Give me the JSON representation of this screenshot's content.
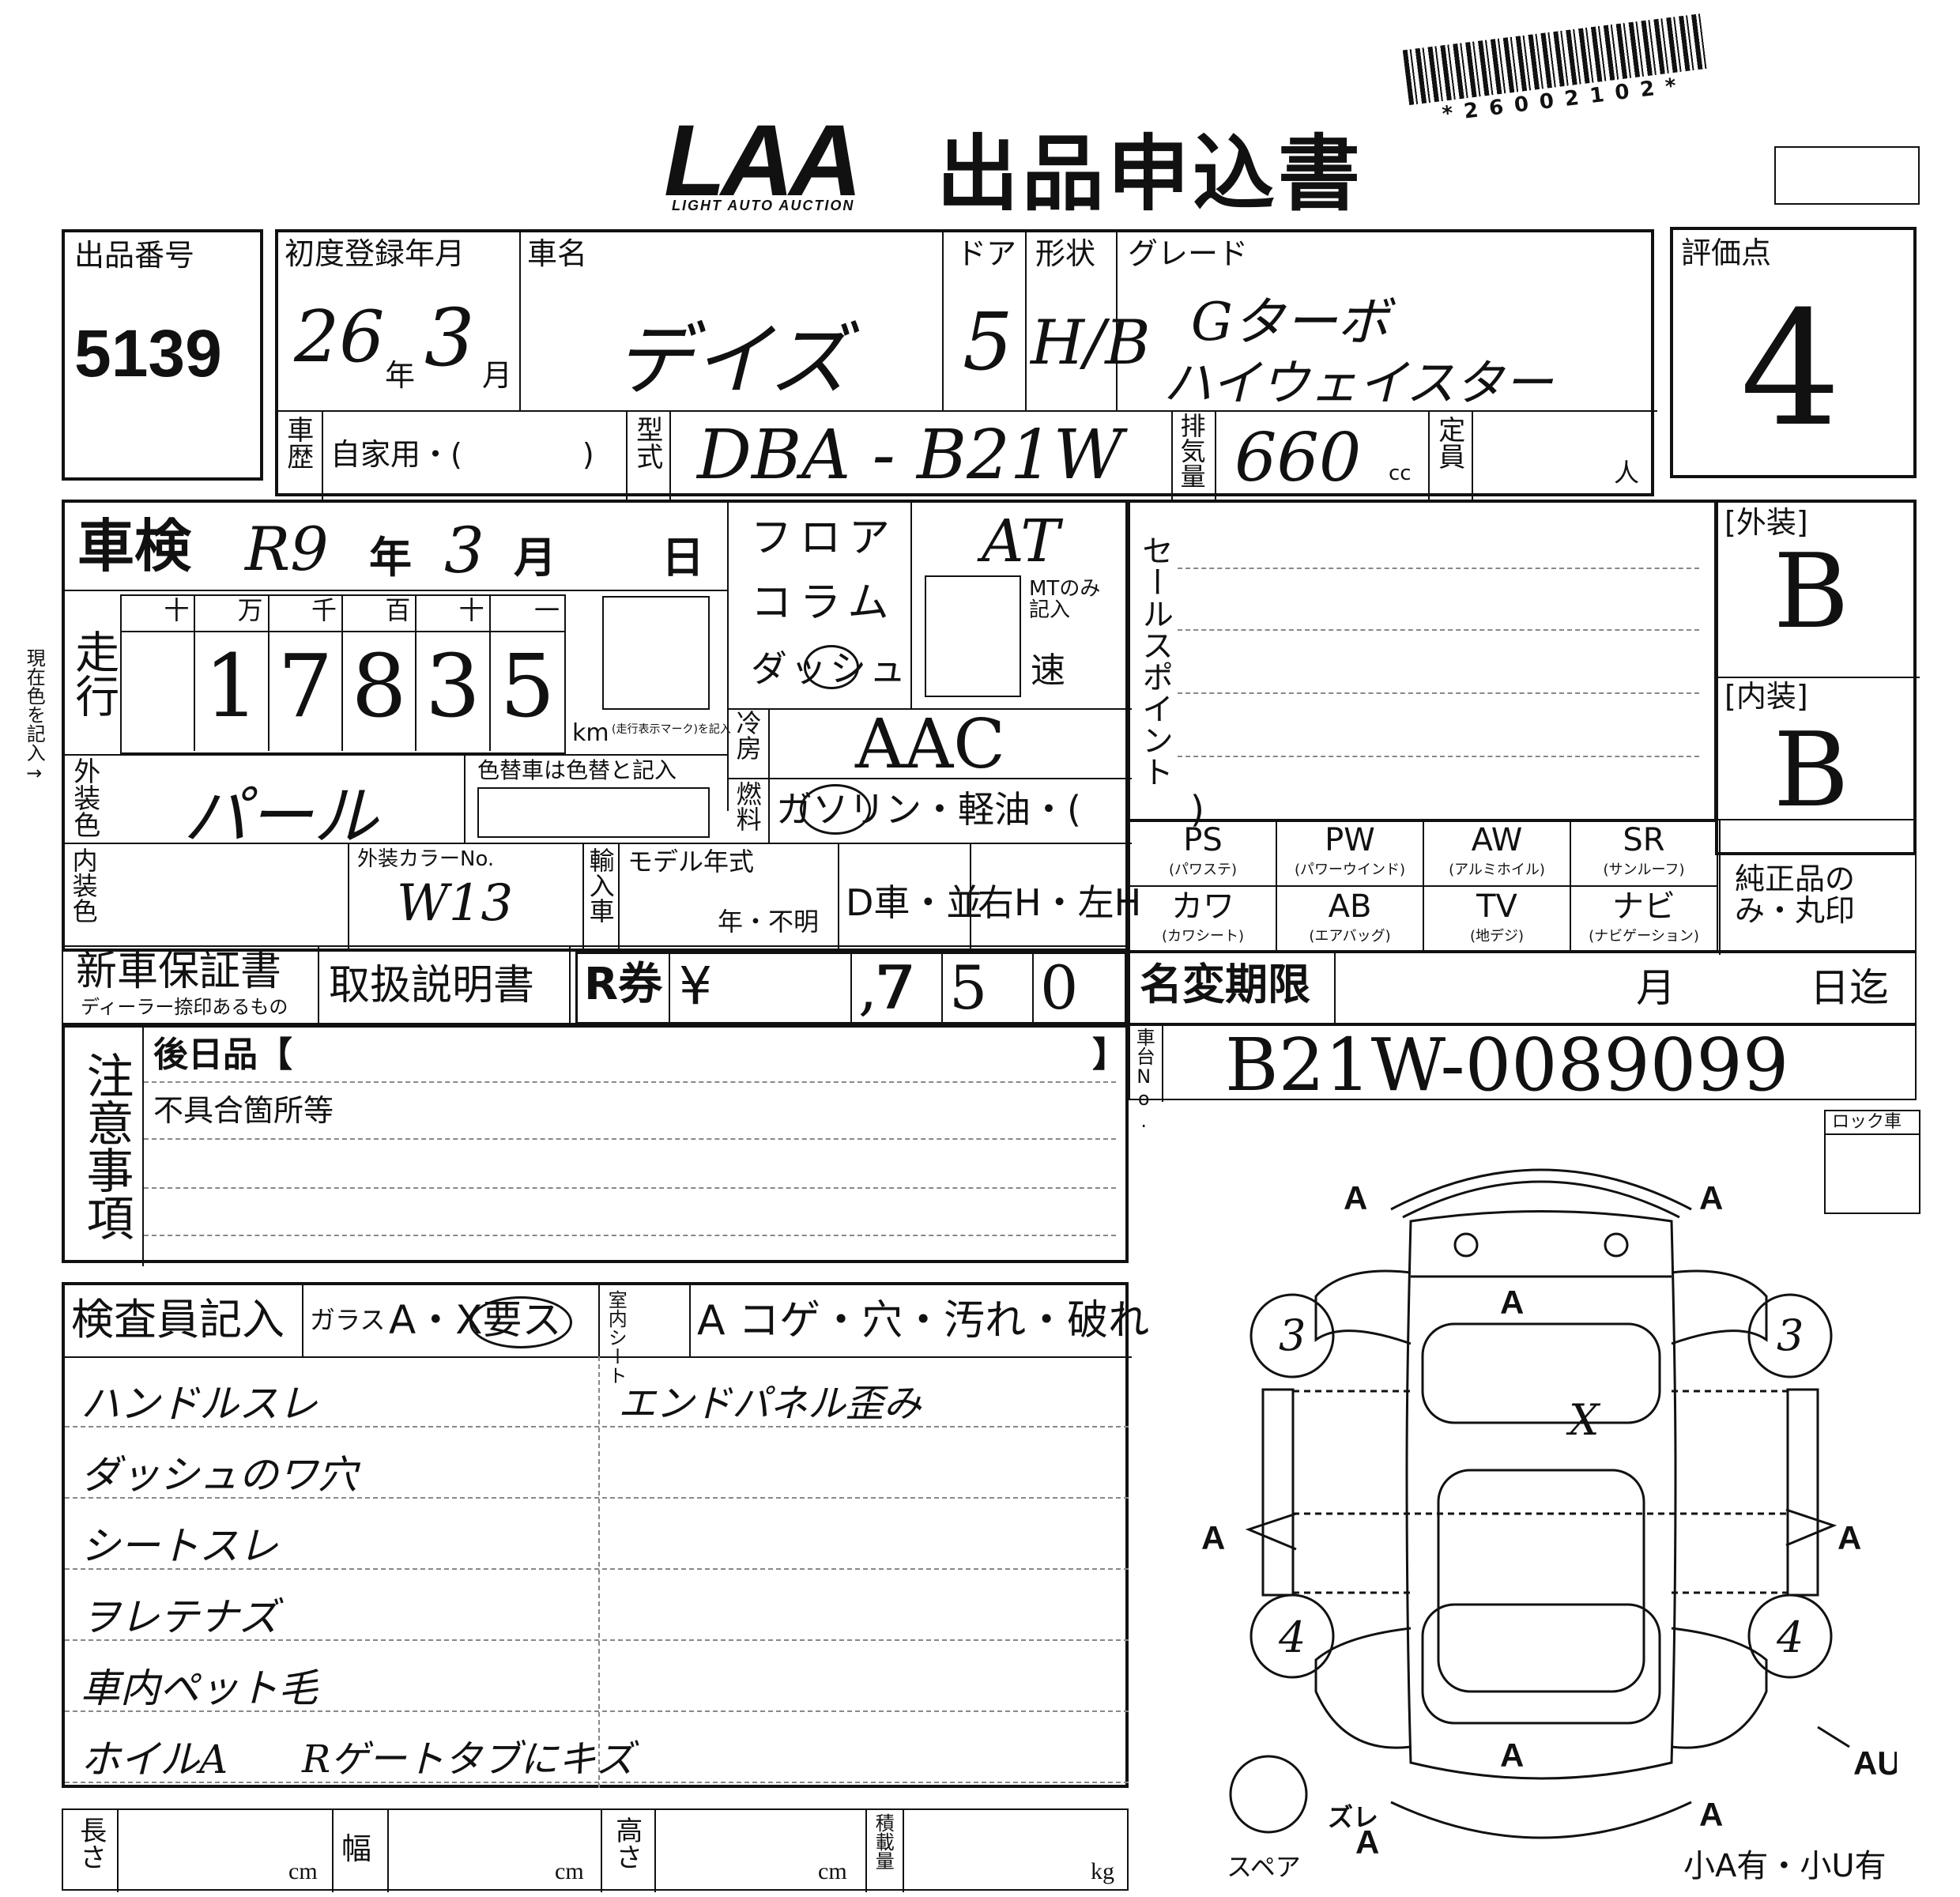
{
  "header": {
    "logo": "LAA",
    "logo_sub": "LIGHT AUTO AUCTION",
    "title": "出品申込書",
    "barcode_number": "*26002102*"
  },
  "top": {
    "lot_label": "出品番号",
    "lot_no": "5139",
    "reg_label": "初度登録年月",
    "reg_year": "26",
    "reg_year_unit": "年",
    "reg_month": "3",
    "reg_month_unit": "月",
    "car_name_label": "車名",
    "car_name": "デイズ",
    "door_label": "ドア",
    "door": "5",
    "shape_label": "形状",
    "shape": "H/B",
    "grade_label": "グレード",
    "grade_line1": "Gターボ",
    "grade_line2": "ハイウェイスター",
    "score_label": "評価点",
    "score": "4",
    "history_label": "車歴",
    "history_value": "自家用・(　　　　)",
    "model_label": "型式",
    "model": "DBA - B21W",
    "disp_label": "排気量",
    "disp": "660",
    "disp_unit": "cc",
    "capacity_label": "定員",
    "capacity_unit": "人"
  },
  "inspection": {
    "shaken_label": "車検",
    "shaken_era": "R9",
    "shaken_year_unit": "年",
    "shaken_month": "3",
    "shaken_month_unit": "月",
    "shaken_day_unit": "日",
    "mileage_label": "走行",
    "digit_headers": [
      "十",
      "万",
      "千",
      "百",
      "十",
      "一"
    ],
    "mileage_digits": [
      "",
      "1",
      "7",
      "8",
      "3",
      "5"
    ],
    "km_unit": "km",
    "km_note": "(走行表示マーク)を記入",
    "side_note": "現在色を記入→",
    "shift_floor": "フロア",
    "shift_column": "コラム",
    "shift_dash": "ダッシュ",
    "shift_value": "AT",
    "mt_note": "MTのみ記入",
    "mt_speed": "速",
    "ac_label": "冷房",
    "ac_value": "AAC",
    "fuel_label": "燃料",
    "fuel_value": "ガソリン・軽油・(　　　)",
    "ext_color_label": "外装色",
    "ext_color": "パール",
    "color_change_note": "色替車は色替と記入",
    "int_color_label": "内装色",
    "color_no_label": "外装カラーNo.",
    "color_no": "W13",
    "import_label": "輸入車",
    "model_year_label": "モデル年式",
    "model_year_value": "年・不明",
    "d_car": "D車・並",
    "handle": "右H・左H"
  },
  "sales_points": {
    "label": "セールスポイント",
    "exterior_label": "[外装]",
    "exterior": "B",
    "interior_label": "[内装]",
    "interior": "B",
    "equipment": [
      {
        "code": "PS",
        "sub": "(パワステ)"
      },
      {
        "code": "PW",
        "sub": "(パワーウインド)"
      },
      {
        "code": "AW",
        "sub": "(アルミホイル)"
      },
      {
        "code": "SR",
        "sub": "(サンルーフ)"
      },
      {
        "code": "カワ",
        "sub": "(カワシート)"
      },
      {
        "code": "AB",
        "sub": "(エアバッグ)"
      },
      {
        "code": "TV",
        "sub": "(地デジ)"
      },
      {
        "code": "ナビ",
        "sub": "(ナビゲーション)"
      }
    ],
    "genuine_note": "純正品のみ・丸印"
  },
  "docs": {
    "warranty": "新車保証書",
    "warranty_sub": "ディーラー捺印あるもの",
    "manual": "取扱説明書",
    "r_ticket": "R券",
    "yen": "¥",
    "r_digits": [
      "7",
      ",7",
      "5",
      "0"
    ],
    "name_change": "名変期限",
    "name_change_month": "月",
    "name_change_day": "日迄",
    "chassis_label": "車台No.",
    "chassis": "B21W-0089099"
  },
  "notes": {
    "label": "注意事項",
    "later_items": "後日品【",
    "later_close": "】",
    "defects": "不具合箇所等"
  },
  "inspector": {
    "label": "検査員記入",
    "glass_label": "ガラス",
    "glass_value": "A・X要ス",
    "seat_label": "室内シート",
    "seat_value": "A コゲ・穴・汚れ・破れ",
    "lines": [
      "ハンドルスレ",
      "ダッシュのワ穴",
      "シートスレ",
      "ヲレテナズ",
      "車内ペット毛",
      "ホイルA"
    ],
    "right_lines": [
      "エンドパネル歪み",
      "",
      "",
      "",
      "",
      "Rゲートタブにキズ"
    ]
  },
  "dims": {
    "length": "長さ",
    "width": "幅",
    "height": "高さ",
    "load": "積載量",
    "cm": "cm",
    "kg": "kg"
  },
  "diagram": {
    "lock_label": "ロック車",
    "spare_label": "スペア",
    "bottom_note": "小A有・小U有",
    "marks": {
      "tire_fl": "3",
      "tire_fr": "3",
      "tire_rl": "4",
      "tire_rr": "4",
      "a": "A",
      "x": "X",
      "au": "AU",
      "zure": "ズレ"
    }
  }
}
